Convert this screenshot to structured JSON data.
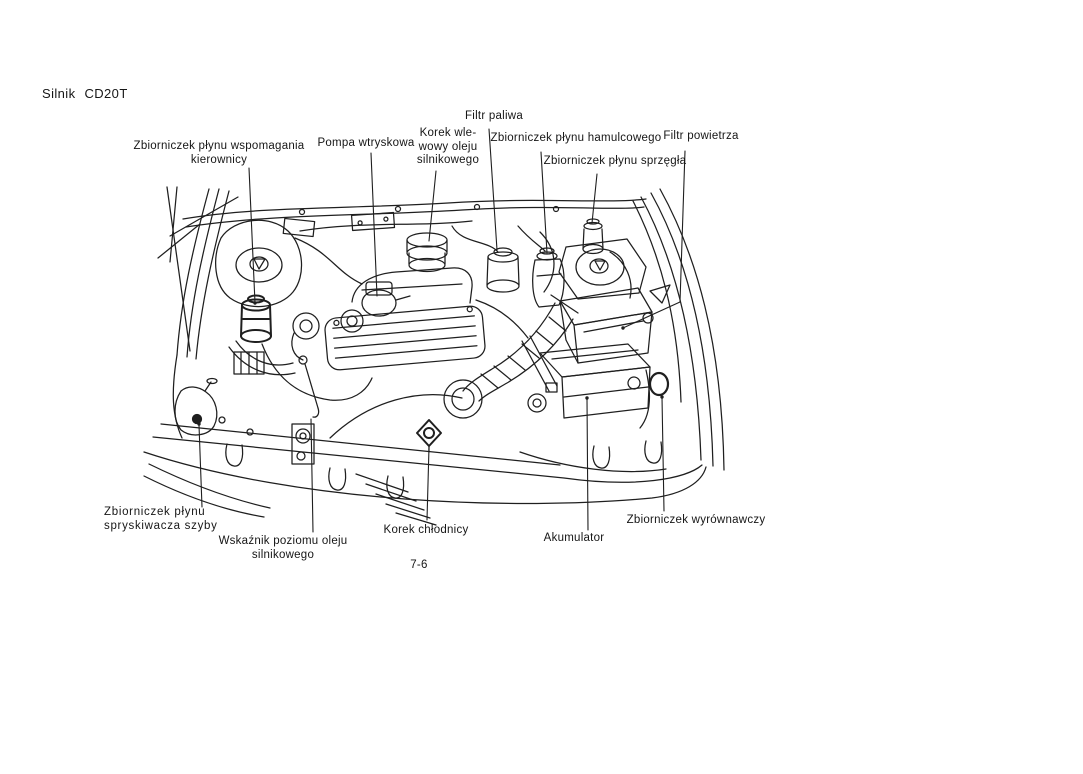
{
  "page": {
    "title": "Silnik CD20T",
    "number": "7-6"
  },
  "colors": {
    "paper": "#ffffff",
    "ink": "#1c1c1c"
  },
  "diagram": {
    "type": "engine-compartment-line-drawing",
    "labels": {
      "fuel_filter": "Filtr paliwa",
      "power_steering": "Zbiorniczek płynu wspomagania\nkierownicy",
      "injection_pump": "Pompa wtryskowa",
      "oil_filler_cap": "Korek  wle-\nwowy  oleju\nsilnikowego",
      "brake_fluid": "Zbiorniczek płynu hamulcowego",
      "air_filter": "Filtr powietrza",
      "clutch_fluid": "Zbiorniczek płynu sprzęgła",
      "washer_fluid": "Zbiorniczek  płynu\nspryskiwacza szyby",
      "oil_dipstick": "Wskaźnik poziomu oleju\nsilnikowego",
      "radiator_cap": "Korek chłodnicy",
      "battery": "Akumulator",
      "expansion_tank": "Zbiorniczek wyrównawczy"
    }
  }
}
